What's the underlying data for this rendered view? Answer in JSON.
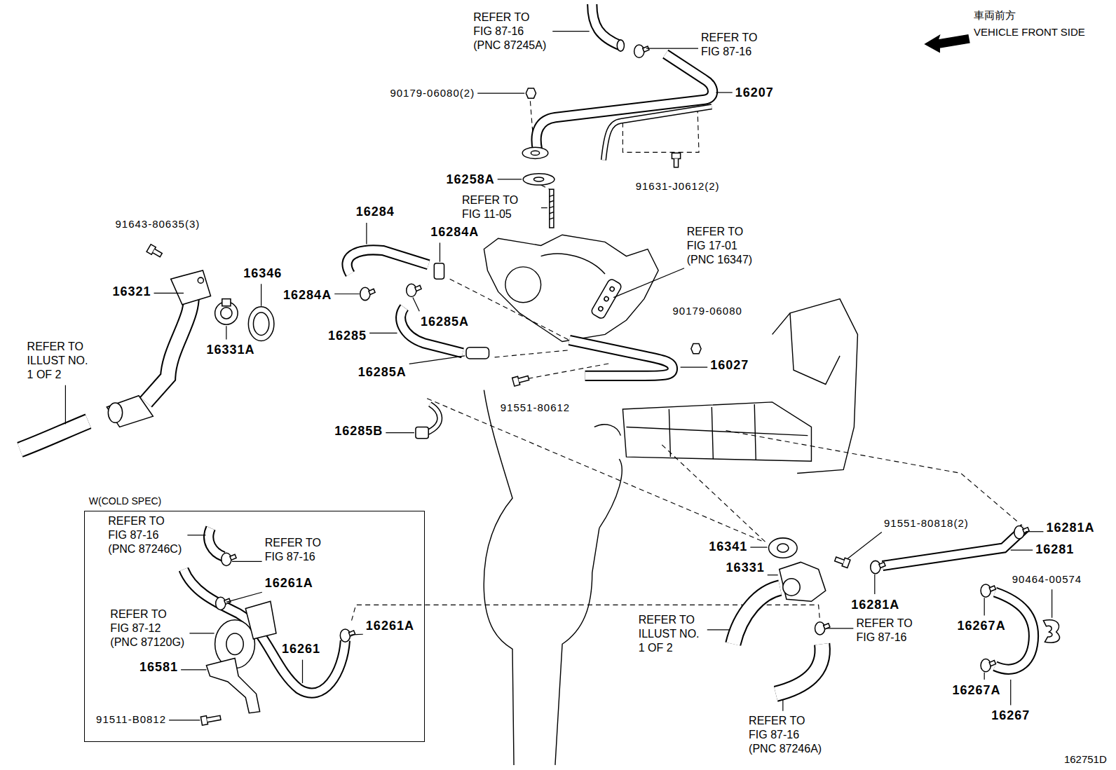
{
  "diagram": {
    "nodes": [
      {
        "text": [
          "W(COLD SPEC)"
        ]
      }
    ],
    "labels": [
      "車両前方",
      "VEHICLE FRONT SIDE",
      "REFER TO FIG 87-16 (PNC 87245A)",
      "REFER TO FIG 87-16",
      "16207",
      "90179-06080(2)",
      "16258A",
      "REFER TO FIG 11-05",
      "91631-J0612(2)",
      "16284",
      "91643-80635(3)",
      "16284A",
      "REFER TO FIG 17-01 (PNC 16347)",
      "16346",
      "16321",
      "16284A",
      "16285A",
      "90179-06080",
      "16331A",
      "REFER TO ILLUST NO. 1 OF 2",
      "16285",
      "16285A",
      "16027",
      "91551-80612",
      "16285B",
      "REFER TO FIG 87-16 (PNC 87246C)",
      "REFER TO FIG 87-16",
      "16261A",
      "REFER TO FIG 87-12 (PNC 87120G)",
      "16261A",
      "16261",
      "16581",
      "91511-B0812",
      "91551-80818(2)",
      "16281A",
      "16341",
      "16281",
      "16331",
      "90464-00574",
      "16281A",
      "REFER TO ILLUST NO. 1 OF 2",
      "REFER TO FIG 87-16",
      "16267A",
      "16267A",
      "16267",
      "REFER TO FIG 87-16 (PNC 87246A)",
      "162751D"
    ]
  }
}
